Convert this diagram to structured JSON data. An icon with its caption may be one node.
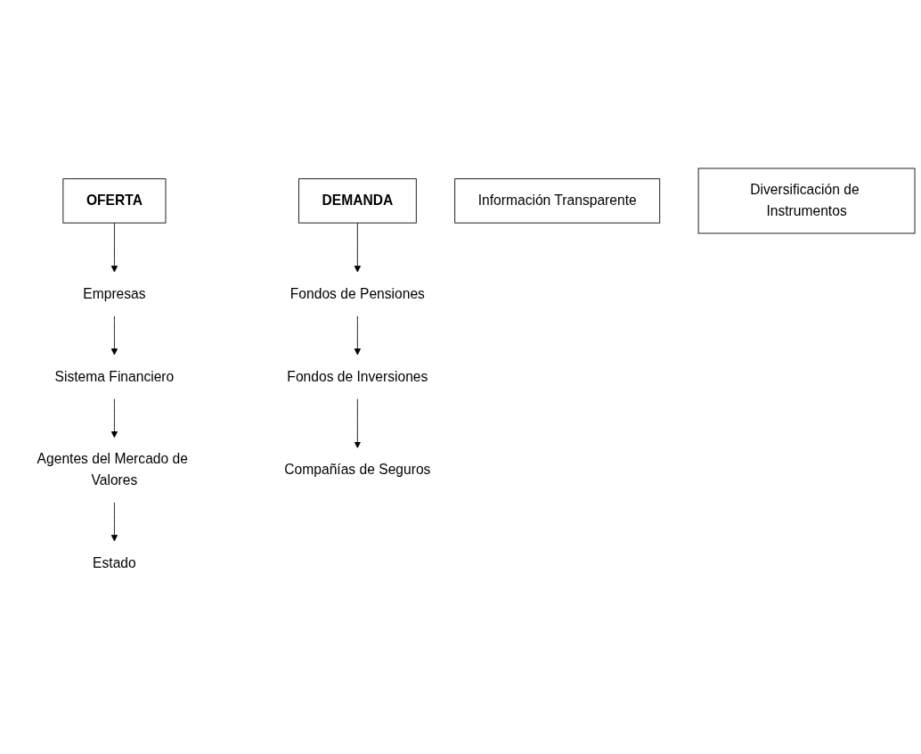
{
  "diagram": {
    "nodes": [
      {
        "text": [
          "OFERTA"
        ]
      },
      {
        "text": [
          "Empresas"
        ]
      },
      {
        "text": [
          "Sistema Financiero"
        ]
      },
      {
        "text": [
          "Agentes del Mercado de Valores"
        ]
      },
      {
        "text": [
          "Estado"
        ]
      },
      {
        "text": [
          "DEMANDA"
        ]
      },
      {
        "text": [
          "Fondos de Pensiones"
        ]
      },
      {
        "text": [
          "Fondos de Inversiones"
        ]
      },
      {
        "text": [
          "Compañías de Seguros"
        ]
      },
      {
        "text": [
          "Información Transparente"
        ]
      },
      {
        "text": [
          "Diversificación de Instrumentos"
        ]
      }
    ],
    "edges": [
      {
        "from": 0,
        "to": 1,
        "arrow": "to"
      },
      {
        "from": 1,
        "to": 2,
        "arrow": "to"
      },
      {
        "from": 2,
        "to": 3,
        "arrow": "to"
      },
      {
        "from": 3,
        "to": 4,
        "arrow": "to"
      },
      {
        "from": 5,
        "to": 6,
        "arrow": "to"
      },
      {
        "from": 6,
        "to": 7,
        "arrow": "to"
      },
      {
        "from": 7,
        "to": 8,
        "arrow": "to"
      }
    ]
  }
}
